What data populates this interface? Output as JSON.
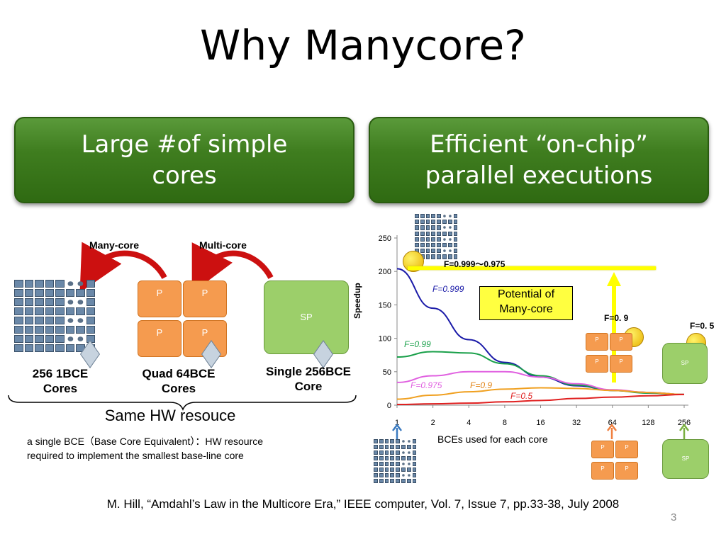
{
  "title": "Why Manycore?",
  "boxes": {
    "left": {
      "line1": "Large #of simple",
      "line2": "cores"
    },
    "right": {
      "line1": "Efficient “on-chip”",
      "line2": "parallel executions"
    }
  },
  "diagram": {
    "manycore_label": "Many-core",
    "multicore_label": "Multi-core",
    "core_p": "P",
    "core_sp": "SP",
    "config1": {
      "line1": "256 1BCE",
      "line2": "Cores"
    },
    "config2": {
      "line1": "Quad 64BCE",
      "line2": "Cores"
    },
    "config3": {
      "line1": "Single 256BCE",
      "line2": "Core"
    },
    "brace_caption": "Same HW resouce",
    "bce_note_1": "a single BCE（Base Core Equivalent）：HW resource",
    "bce_note_2": "required to implement the smallest base-line core"
  },
  "chart_data": {
    "type": "line",
    "ylabel": "Speedup",
    "xlabel": "BCEs used for each core",
    "x": [
      1,
      2,
      4,
      8,
      16,
      32,
      64,
      128,
      256
    ],
    "x_tick_labels": [
      "1",
      "2",
      "4",
      "8",
      "16",
      "32",
      "64",
      "128",
      "256"
    ],
    "y_ticks": [
      0,
      50,
      100,
      150,
      200,
      250
    ],
    "ylim": [
      0,
      250
    ],
    "series": [
      {
        "name": "F=0.999",
        "color": "#1a1aa8",
        "values": [
          204,
          145,
          98,
          64,
          42,
          29,
          22,
          19,
          16
        ]
      },
      {
        "name": "F=0.99",
        "color": "#1aa04a",
        "values": [
          72,
          80,
          78,
          62,
          44,
          30,
          22,
          18,
          16
        ]
      },
      {
        "name": "F=0.975",
        "color": "#e060e0",
        "values": [
          34,
          44,
          50,
          50,
          42,
          32,
          23,
          19,
          16
        ]
      },
      {
        "name": "F=0.9",
        "color": "#f0a020",
        "values": [
          9,
          15,
          20,
          24,
          26,
          25,
          22,
          19,
          16
        ]
      },
      {
        "name": "F=0.5",
        "color": "#e02020",
        "values": [
          1,
          2,
          3,
          5,
          7,
          10,
          12,
          14,
          16
        ]
      }
    ],
    "annotations": {
      "top_band": "F=0.999～0.975",
      "potential_1": "Potential of",
      "potential_2": "Many-core",
      "f09": "F=0. 9",
      "f05": "F=0. 5"
    }
  },
  "citation": "M. Hill, “Amdahl’s Law in the Multicore Era,” IEEE computer, Vol. 7, Issue 7, pp.33-38, July 2008",
  "page_number": "3",
  "colors": {
    "green_box": "#3f7d1f",
    "core_orange": "#f59b4f",
    "sp_green": "#9ccf6a",
    "arrow_red": "#cc1010",
    "highlight_yellow": "#ffff00"
  }
}
